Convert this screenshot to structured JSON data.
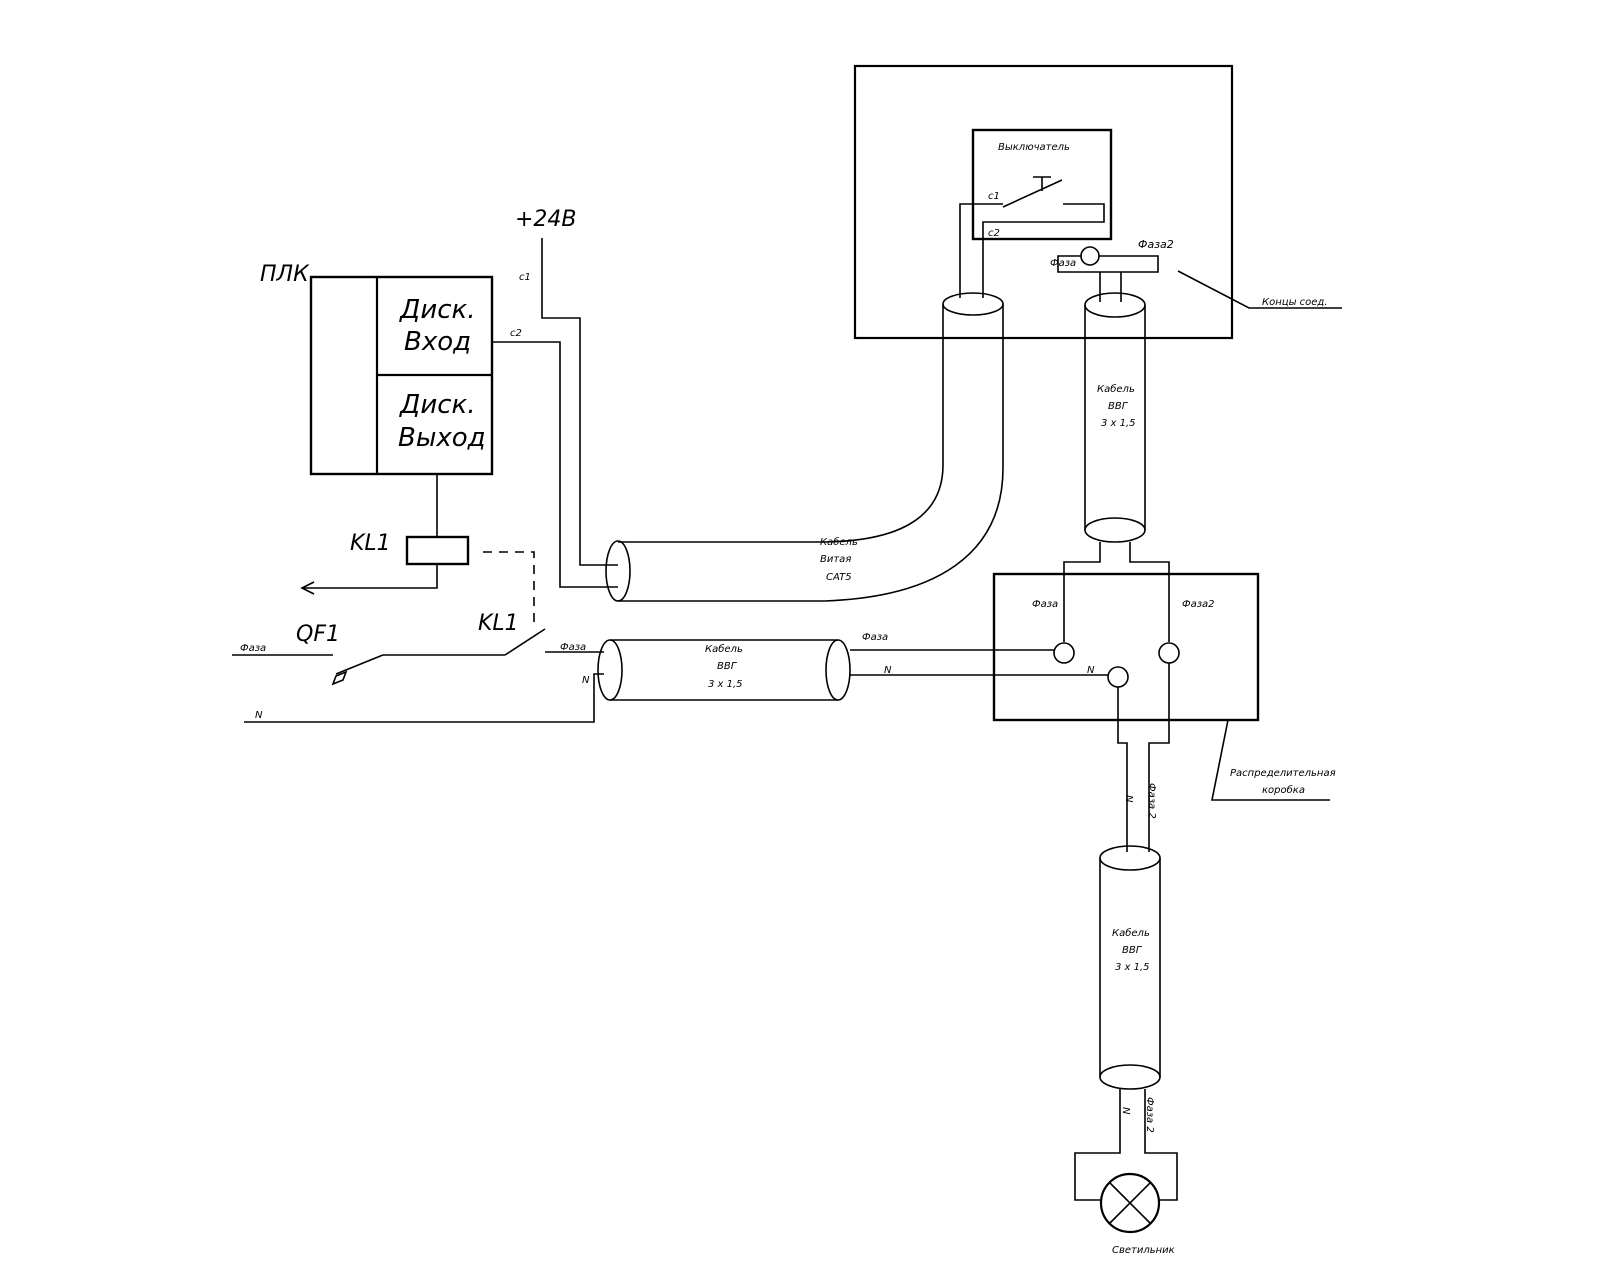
{
  "plc": {
    "title": "ПЛК",
    "input_l1": "Диск.",
    "input_l2": "Вход",
    "output_l1": "Диск.",
    "output_l2": "Выход"
  },
  "relay": {
    "coil_label": "KL1",
    "contact_label": "KL1"
  },
  "breaker": {
    "label": "QF1"
  },
  "supply": {
    "plus24": "+24В",
    "c1": "с1",
    "c2": "с2"
  },
  "switch": {
    "title": "Выключатель",
    "c1": "с1",
    "c2": "с2"
  },
  "ends": {
    "phase": "Фаза",
    "phase2": "Фаза2",
    "label": "Концы соед."
  },
  "cables": {
    "cat5": {
      "l1": "Кабель",
      "l2": "Витая",
      "l3": "CAT5"
    },
    "vvg": {
      "l1": "Кабель",
      "l2": "ВВГ",
      "l3": "3 х 1,5"
    }
  },
  "wires": {
    "phase": "Фаза",
    "phase2": "Фаза2",
    "neutral": "N",
    "phase2_v": "Фаза 2"
  },
  "junction_box": {
    "phase": "Фаза",
    "phase2": "Фаза2",
    "neutral": "N",
    "label_l1": "Распределительная",
    "label_l2": "коробка"
  },
  "lamp": {
    "label": "Светильник"
  }
}
